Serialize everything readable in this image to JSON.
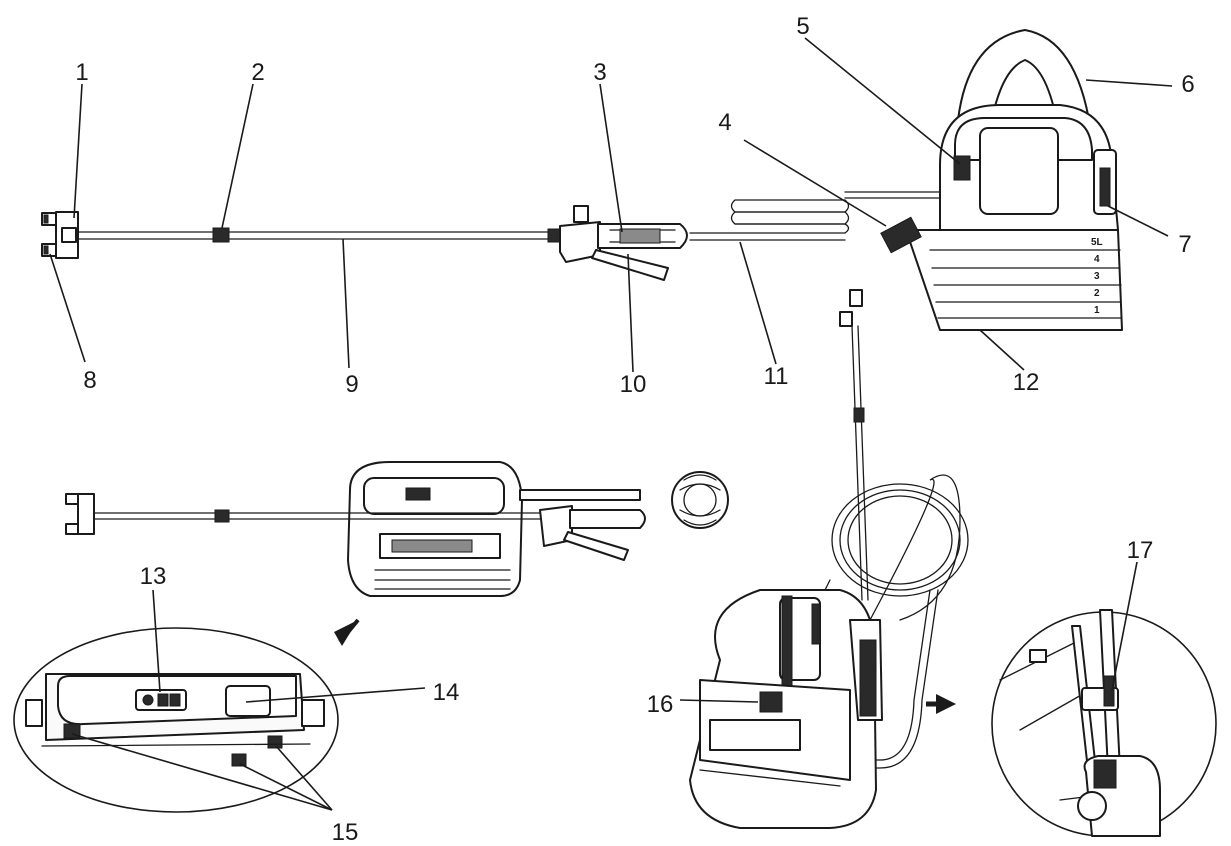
{
  "callouts": {
    "c1": "1",
    "c2": "2",
    "c3": "3",
    "c4": "4",
    "c5": "5",
    "c6": "6",
    "c7": "7",
    "c8": "8",
    "c9": "9",
    "c10": "10",
    "c11": "11",
    "c12": "12",
    "c13": "13",
    "c14": "14",
    "c15": "15",
    "c16": "16",
    "c17": "17"
  },
  "tank_scale": {
    "level5": "5L",
    "level4": "4",
    "level3": "3",
    "level2": "2",
    "level1": "1"
  },
  "colors": {
    "line": "#1a1a1a",
    "background": "#ffffff"
  }
}
